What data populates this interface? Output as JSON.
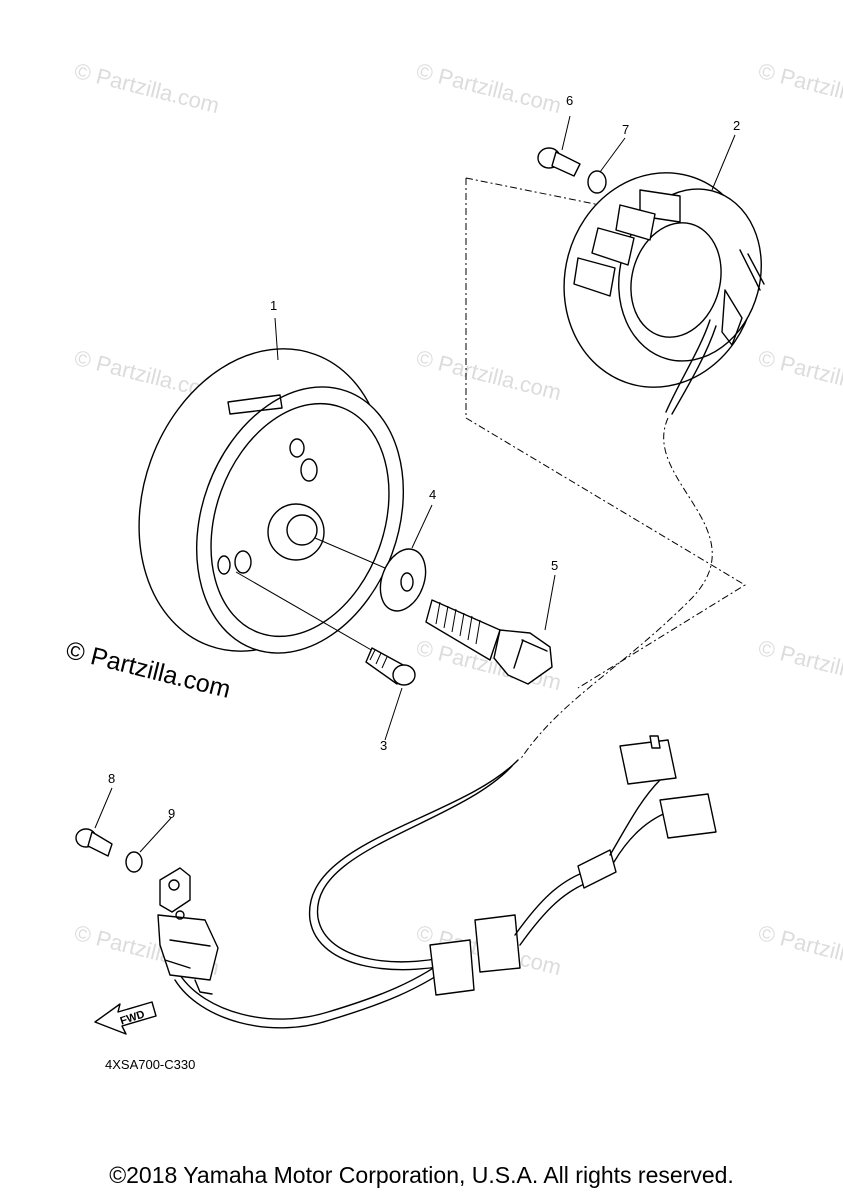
{
  "watermark": "© Partzilla.com",
  "watermark_main": "© Partzilla.com",
  "callouts": [
    {
      "label": "1"
    },
    {
      "label": "2"
    },
    {
      "label": "3"
    },
    {
      "label": "4"
    },
    {
      "label": "5"
    },
    {
      "label": "6"
    },
    {
      "label": "7"
    },
    {
      "label": "8"
    },
    {
      "label": "9"
    }
  ],
  "fwd_label": "FWD",
  "diagram_code": "4XSA700-C330",
  "copyright": "©2018 Yamaha Motor Corporation, U.S.A. All rights reserved."
}
